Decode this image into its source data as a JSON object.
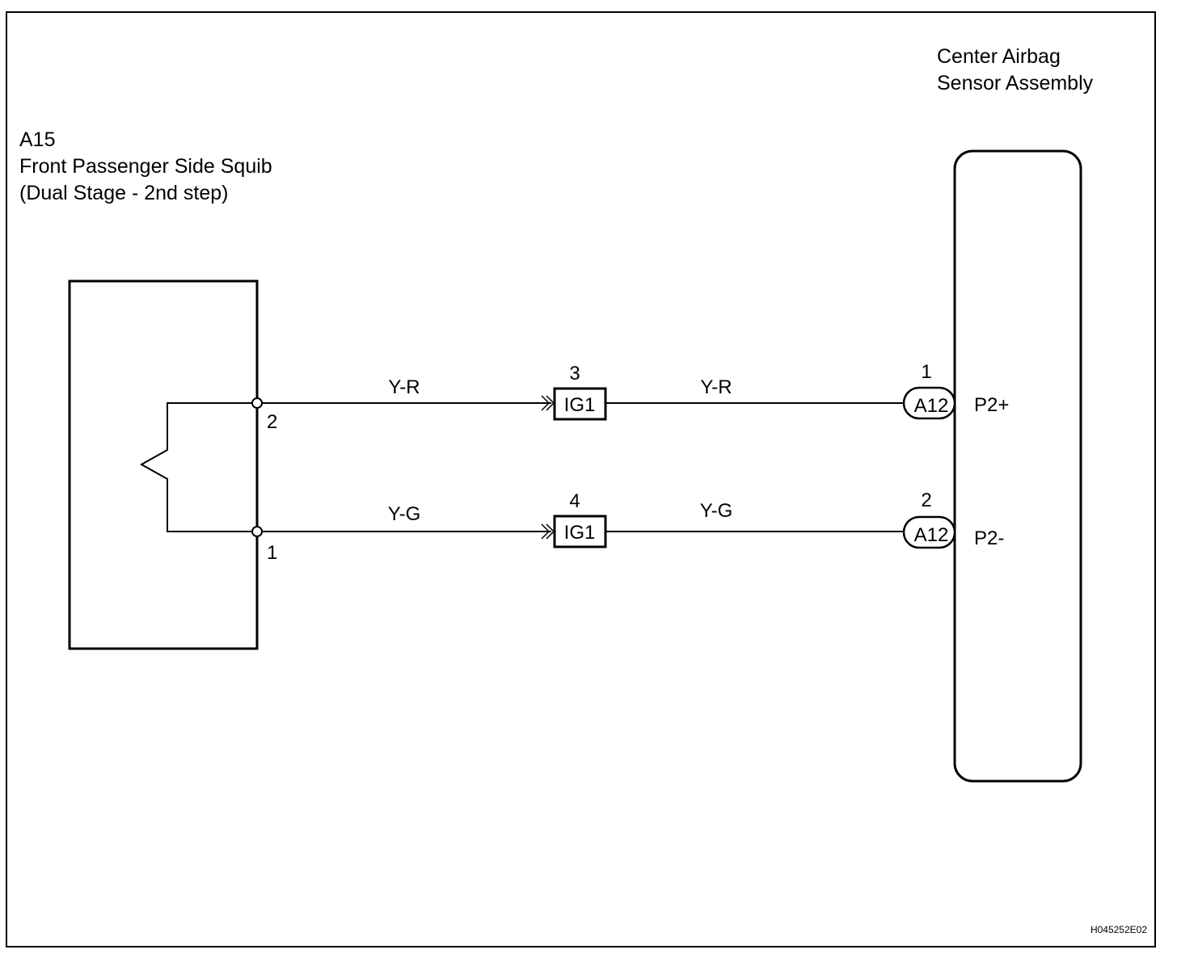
{
  "squib": {
    "code": "A15",
    "name": "Front Passenger Side Squib",
    "stage": "(Dual Stage - 2nd step)",
    "pins": {
      "top": "2",
      "bottom": "1"
    }
  },
  "sensor": {
    "name_line1": "Center Airbag",
    "name_line2": "Sensor Assembly",
    "pins": {
      "top": {
        "number": "1",
        "connector": "A12",
        "terminal": "P2+"
      },
      "bottom": {
        "number": "2",
        "connector": "A12",
        "terminal": "P2-"
      }
    }
  },
  "wires": {
    "top": {
      "color_left": "Y-R",
      "color_right": "Y-R",
      "junction": {
        "number": "3",
        "connector": "IG1"
      }
    },
    "bottom": {
      "color_left": "Y-G",
      "color_right": "Y-G",
      "junction": {
        "number": "4",
        "connector": "IG1"
      }
    }
  },
  "figure_id": "H045252E02"
}
